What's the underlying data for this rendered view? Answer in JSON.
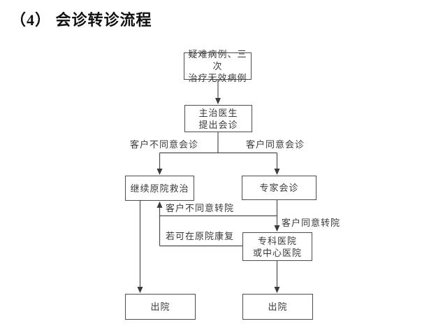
{
  "page": {
    "title": "（4） 会诊转诊流程"
  },
  "flowchart": {
    "nodes": {
      "case": {
        "label": "疑难病例、三次\n治疗无效病例"
      },
      "doctor": {
        "label": "主治医生\n提出会诊"
      },
      "continue_original": {
        "label": "继续原院救治"
      },
      "expert": {
        "label": "专家会诊"
      },
      "specialist": {
        "label": "专科医院\n或中心医院"
      },
      "discharge_left": {
        "label": "出院"
      },
      "discharge_right": {
        "label": "出院"
      }
    },
    "edge_labels": {
      "disagree_consult": "客户不同意会诊",
      "agree_consult": "客户同意会诊",
      "disagree_transfer": "客户不同意转院",
      "agree_transfer": "客户同意转院",
      "recover_in_original": "若可在原院康复"
    },
    "colors": {
      "line": "#4d4d4d",
      "box_border": "#4d4d4d",
      "text": "#3a3a3a",
      "title": "#111111",
      "background": "#ffffff"
    }
  }
}
